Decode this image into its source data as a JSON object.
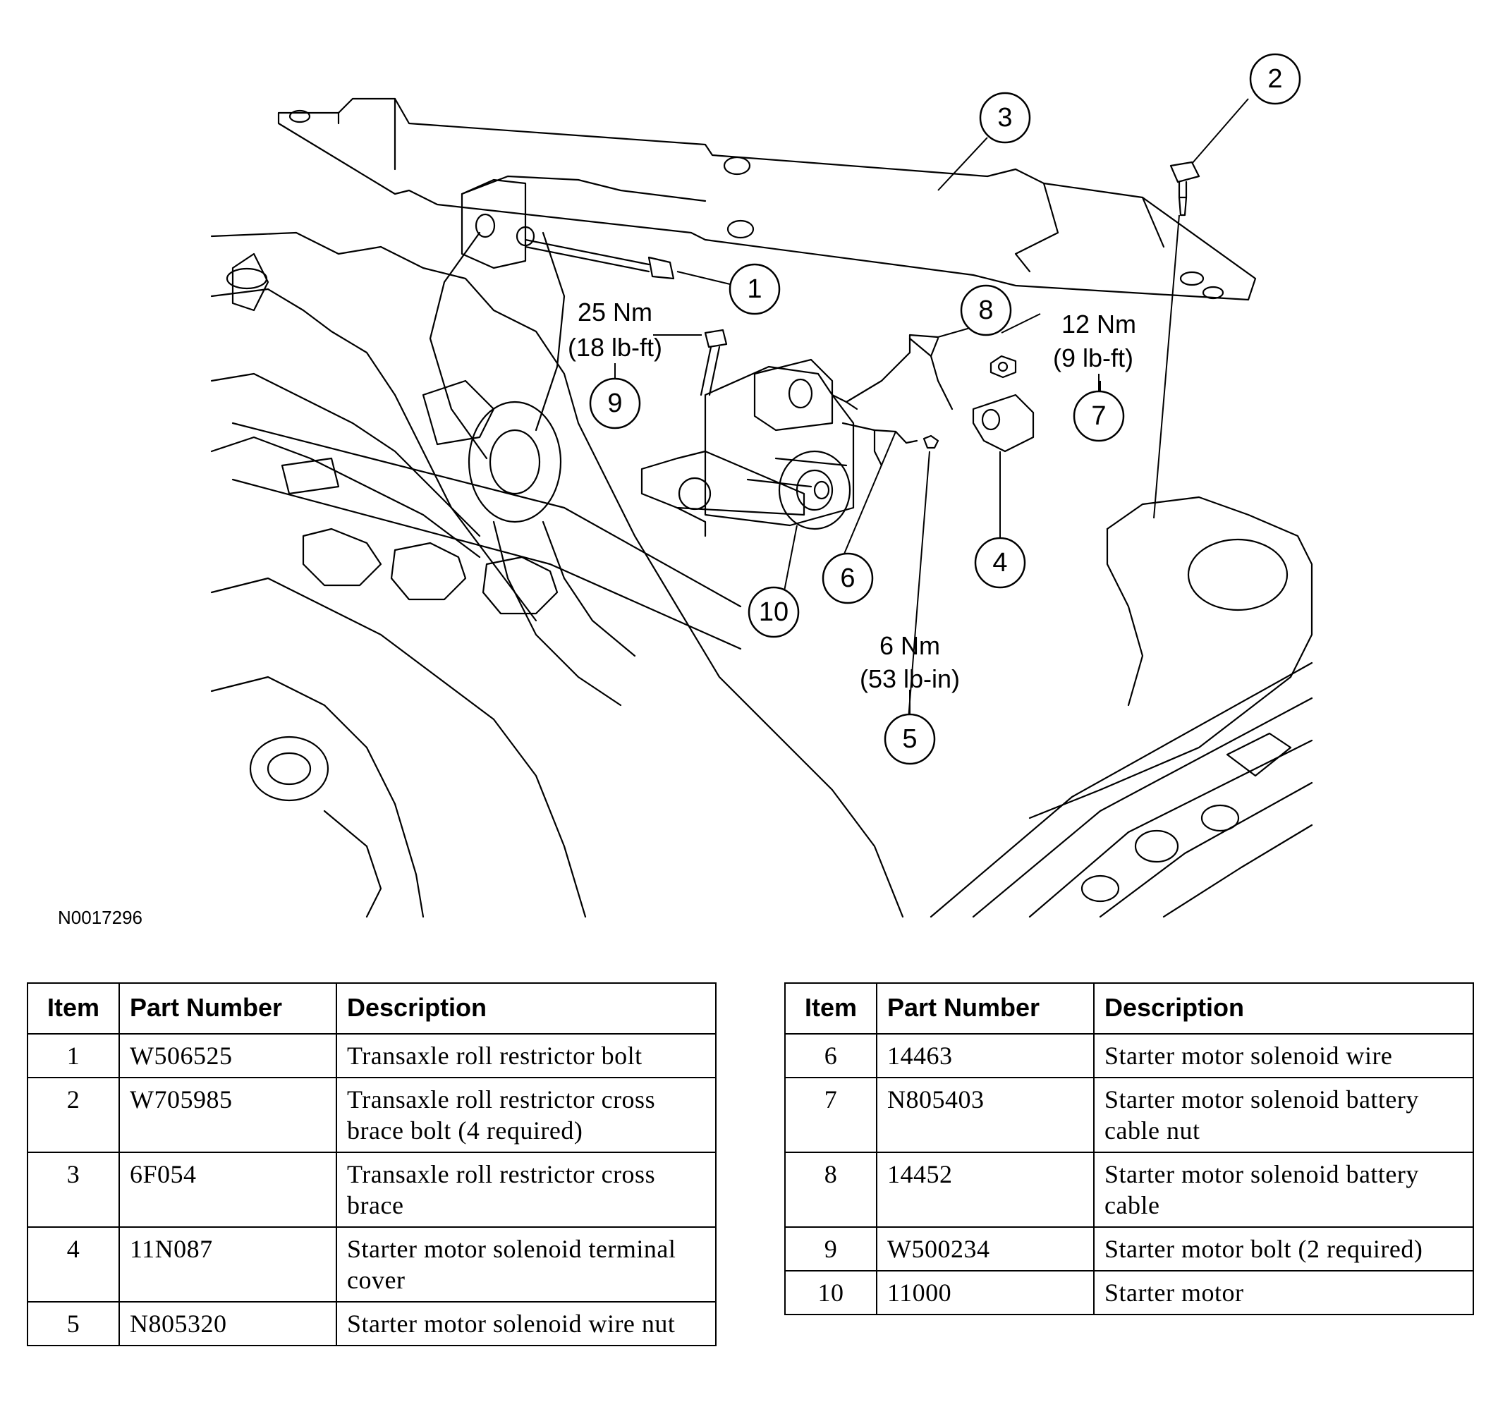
{
  "figure": {
    "id": "N0017296",
    "callouts": [
      "1",
      "2",
      "3",
      "4",
      "5",
      "6",
      "7",
      "8",
      "9",
      "10"
    ],
    "torque": {
      "t9": {
        "nm": "25 Nm",
        "imp": "(18 lb-ft)"
      },
      "t7": {
        "nm": "12 Nm",
        "imp": "(9 lb-ft)"
      },
      "t5": {
        "nm": "6 Nm",
        "imp": "(53 lb-in)"
      }
    }
  },
  "tables": {
    "headers": {
      "item": "Item",
      "part": "Part Number",
      "desc": "Description"
    },
    "left": [
      {
        "item": "1",
        "part": "W506525",
        "desc": "Transaxle roll restrictor bolt"
      },
      {
        "item": "2",
        "part": "W705985",
        "desc": "Transaxle roll restrictor cross brace bolt (4 required)"
      },
      {
        "item": "3",
        "part": "6F054",
        "desc": "Transaxle roll restrictor cross brace"
      },
      {
        "item": "4",
        "part": "11N087",
        "desc": "Starter motor solenoid terminal cover"
      },
      {
        "item": "5",
        "part": "N805320",
        "desc": "Starter motor solenoid wire nut"
      }
    ],
    "right": [
      {
        "item": "6",
        "part": "14463",
        "desc": "Starter motor solenoid wire"
      },
      {
        "item": "7",
        "part": "N805403",
        "desc": "Starter motor solenoid battery cable nut"
      },
      {
        "item": "8",
        "part": "14452",
        "desc": "Starter motor solenoid battery cable"
      },
      {
        "item": "9",
        "part": "W500234",
        "desc": "Starter motor bolt (2 required)"
      },
      {
        "item": "10",
        "part": "11000",
        "desc": "Starter motor"
      }
    ]
  }
}
